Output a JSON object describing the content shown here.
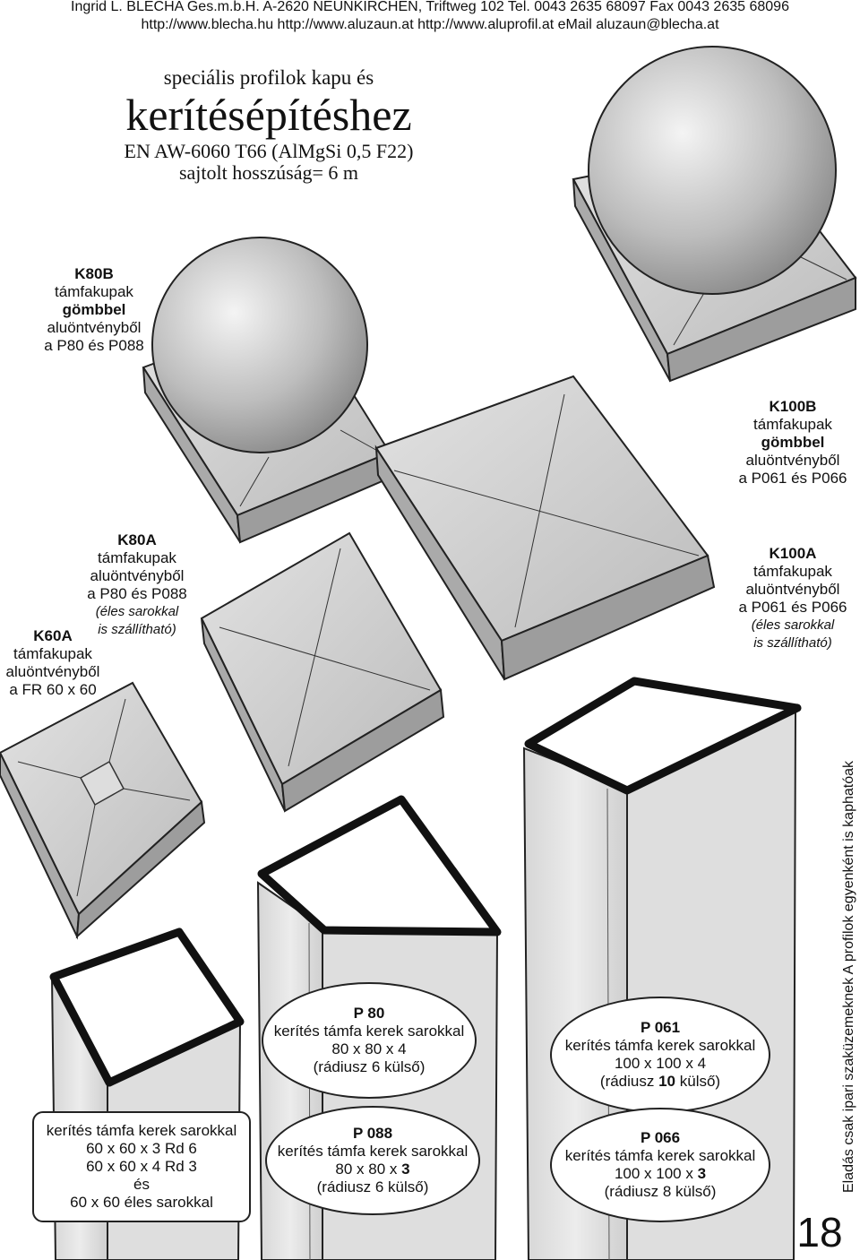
{
  "header": {
    "line1": "Ingrid L. BLECHA Ges.m.b.H.  A-2620 NEUNKIRCHEN, Triftweg 102    Tel. 0043 2635 68097  Fax 0043 2635 68096",
    "line2": "http://www.blecha.hu  http://www.aluzaun.at   http://www.aluprofil.at  eMail aluzaun@blecha.at"
  },
  "title": {
    "line1": "speciális profilok kapu és",
    "line2": "kerítésépítéshez",
    "line3": "EN AW-6060 T66 (AlMgSi 0,5 F22)",
    "line4": "sajtolt  hosszúság= 6 m"
  },
  "k80b": {
    "code": "K80B",
    "l1": "támfakupak",
    "l2": "gömbbel",
    "l3": "aluöntvényből",
    "l4": "a P80 és P088"
  },
  "k100b": {
    "code": "K100B",
    "l1": "támfakupak",
    "l2": "gömbbel",
    "l3": "aluöntvényből",
    "l4": "a P061 és P066"
  },
  "k80a": {
    "code": "K80A",
    "l1": "támfakupak",
    "l2": "aluöntvényből",
    "l3": "a P80 és P088",
    "l4": "(éles sarokkal",
    "l5": "is szállítható)"
  },
  "k60a": {
    "code": "K60A",
    "l1": "támfakupak",
    "l2": "aluöntvényből",
    "l3": "a FR 60 x 60"
  },
  "k100a": {
    "code": "K100A",
    "l1": "támfakupak",
    "l2": "aluöntvényből",
    "l3": "a P061 és P066",
    "l4": "(éles sarokkal",
    "l5": "is szállítható)"
  },
  "box60": {
    "l1": "kerítés támfa kerek sarokkal",
    "l2": "60 x 60 x 3 Rd 6",
    "l3": "60 x 60 x 4 Rd 3",
    "l4": "és",
    "l5": "60 x 60 éles sarokkal"
  },
  "p80": {
    "code": "P 80",
    "l1": "kerítés támfa kerek sarokkal",
    "l2": "80 x 80 x 4",
    "l3": "(rádiusz 6 külső)"
  },
  "p088": {
    "code": "P 088",
    "l1": "kerítés támfa kerek sarokkal",
    "l2a": "80 x 80 x ",
    "l2b": "3",
    "l3": "(rádiusz 6 külső)"
  },
  "p061": {
    "code": "P 061",
    "l1": "kerítés támfa kerek sarokkal",
    "l2": "100 x 100 x 4",
    "l3a": "(rádiusz ",
    "l3b": "10",
    "l3c": " külső)"
  },
  "p066": {
    "code": "P 066",
    "l1": "kerítés támfa kerek sarokkal",
    "l2a": "100 x 100 x ",
    "l2b": "3",
    "l3": "(rádiusz 8 külső)"
  },
  "side_note": "Eladás csak ipari szaküzemeknek   A profilok egyenként is kaphatóak",
  "page_number": "18"
}
